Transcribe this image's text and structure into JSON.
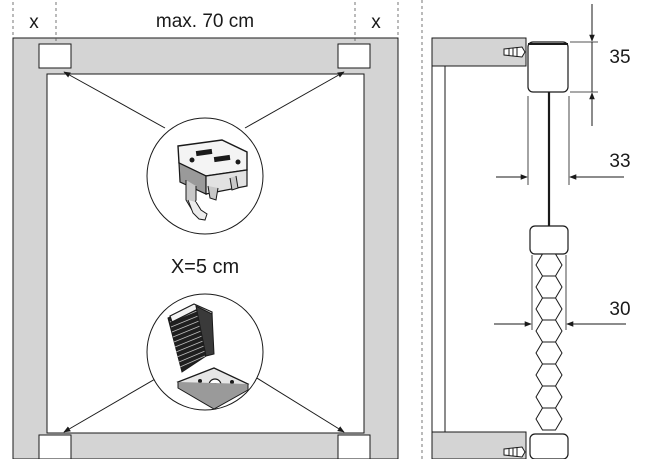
{
  "labels": {
    "x_left": "x",
    "x_right": "x",
    "max_width": "max. 70 cm",
    "x_value": "X=5 cm",
    "dim_35": "35",
    "dim_33": "33",
    "dim_30": "30"
  },
  "icons": {
    "bracket": "mounting-bracket-icon",
    "end_cap": "pleated-end-cap-icon",
    "screw": "screw-icon"
  },
  "colors": {
    "frame_gray": "#d4d4d4",
    "line": "#1a1a1a",
    "cap_fill": "#ffffff"
  }
}
